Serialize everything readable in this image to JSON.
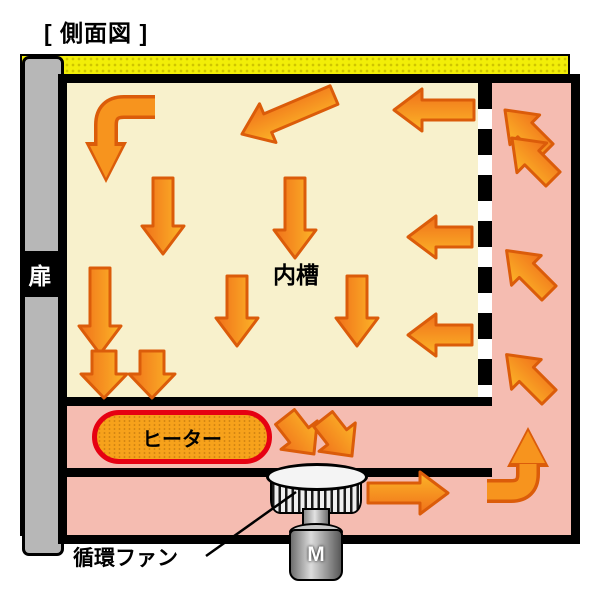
{
  "diagram": {
    "title": "[ 側面図 ]",
    "labels": {
      "door": "扉",
      "inner_chamber": "内槽",
      "heater": "ヒーター",
      "circulation_fan": "循環ファン",
      "motor": "M"
    },
    "colors": {
      "insulation_yellow": "#f2ee08",
      "insulation_dot": "#cfc400",
      "duct_pink": "#f5bcb1",
      "chamber_cream": "#f8f1cc",
      "arrow_orange": "#f7941e",
      "arrow_outline": "#db5c0a",
      "heater_fill": "#f7a21b",
      "heater_border": "#e60012",
      "door_gray": "#b7b7b7",
      "frame_black": "#000000"
    }
  }
}
